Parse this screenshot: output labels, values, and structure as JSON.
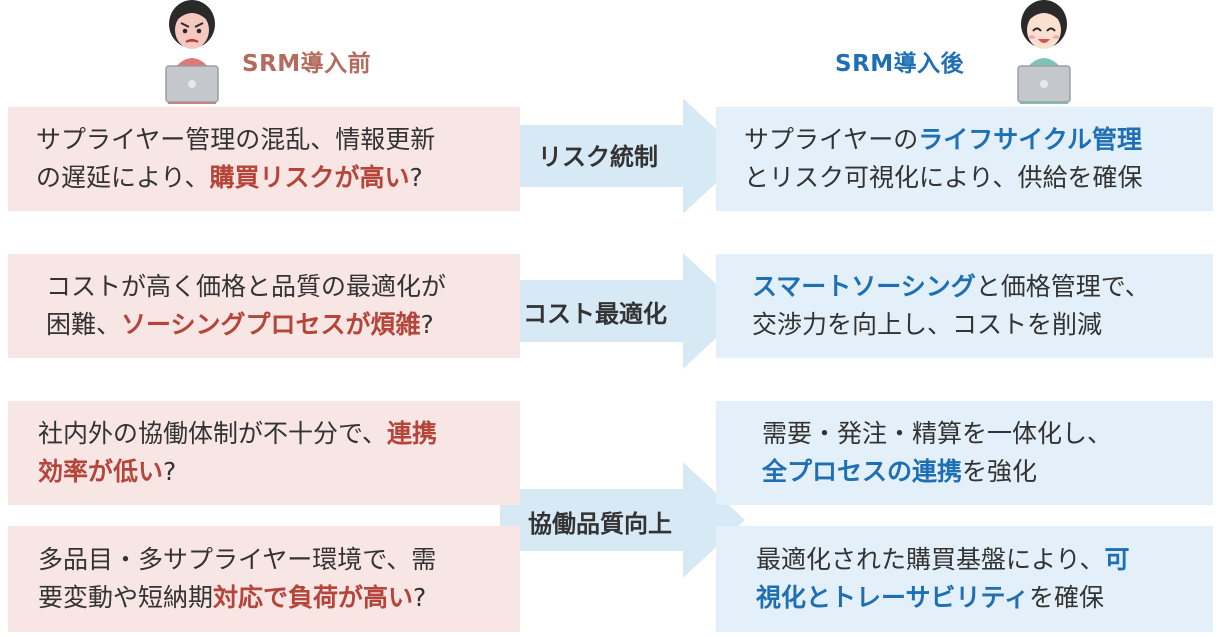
{
  "colors": {
    "before_box": "#f8e6e4",
    "after_box": "#e3f0f9",
    "arrow": "#d7e9f5",
    "emphasis_before": "#b5453a",
    "emphasis_after": "#1f6fb5",
    "text": "#333333"
  },
  "before": {
    "title": "SRM導入前",
    "icon": "worried-woman-laptop-icon"
  },
  "after": {
    "title": "SRM導入後",
    "icon": "smiling-woman-laptop-icon"
  },
  "arrows": [
    {
      "label": "リスク統制"
    },
    {
      "label": "コスト最適化"
    },
    {
      "label": "協働品質向上"
    }
  ],
  "before_boxes": [
    {
      "line1": "サプライヤー管理の混乱、情報更新",
      "line2_pre": "の遅延により、",
      "line2_em": "購買リスクが高い",
      "line2_post": "?"
    },
    {
      "line1": "コストが高く価格と品質の最適化が",
      "line2_pre": "困難、",
      "line2_em": "ソーシングプロセスが煩雑",
      "line2_post": "?"
    },
    {
      "line1_pre": "社内外の協働体制が不十分で、",
      "line1_em": "連携",
      "line2_em": "効率が低い",
      "line2_post": "?"
    },
    {
      "line1": "多品目・多サプライヤー環境で、需",
      "line2_pre": "要変動や短納期",
      "line2_em": "対応で負荷が高い",
      "line2_post": "?"
    }
  ],
  "after_boxes": [
    {
      "line1_pre": "サプライヤーの",
      "line1_em": "ライフサイクル管理",
      "line2": "とリスク可視化により、供給を確保"
    },
    {
      "line1_em": "スマートソーシング",
      "line1_post": "と価格管理で、",
      "line2": "交渉力を向上し、コストを削減"
    },
    {
      "line1": "需要・発注・精算を一体化し、",
      "line2_em": "全プロセスの連携",
      "line2_post": "を強化"
    },
    {
      "line1_pre": "最適化された購買基盤により、",
      "line1_em": "可",
      "line2_em": "視化とトレーサビリティ",
      "line2_post": "を確保"
    }
  ]
}
